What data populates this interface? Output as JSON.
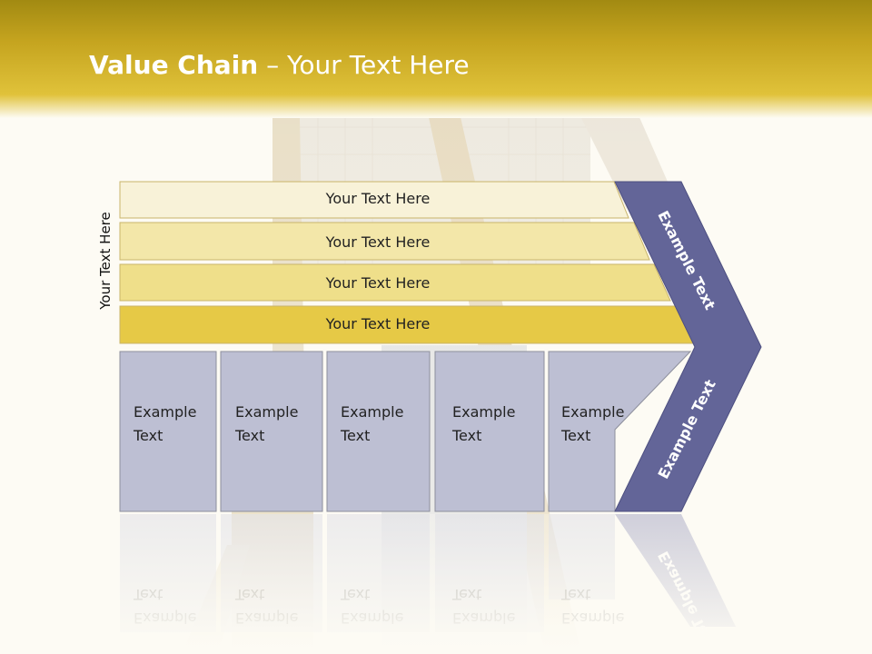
{
  "header": {
    "title_bold": "Value Chain",
    "title_rest": " – Your Text Here"
  },
  "side_label": "Your Text Here",
  "bands": [
    {
      "label": "Your Text Here",
      "color": "#f8f2d8"
    },
    {
      "label": "Your Text Here",
      "color": "#f3e7a9"
    },
    {
      "label": "Your Text Here",
      "color": "#efdf8a"
    },
    {
      "label": "Your Text Here",
      "color": "#e6c946"
    }
  ],
  "boxes": [
    {
      "line1": "Example",
      "line2": "Text"
    },
    {
      "line1": "Example",
      "line2": "Text"
    },
    {
      "line1": "Example",
      "line2": "Text"
    },
    {
      "line1": "Example",
      "line2": "Text"
    },
    {
      "line1": "Example",
      "line2": "Text"
    }
  ],
  "chevron": {
    "upper_text": "Example Text",
    "lower_text": "Example Text",
    "color": "#636598"
  },
  "colors": {
    "header_gold": "#c9a81e",
    "box_fill": "#bdbfd3",
    "box_border": "#8d8f9c"
  }
}
